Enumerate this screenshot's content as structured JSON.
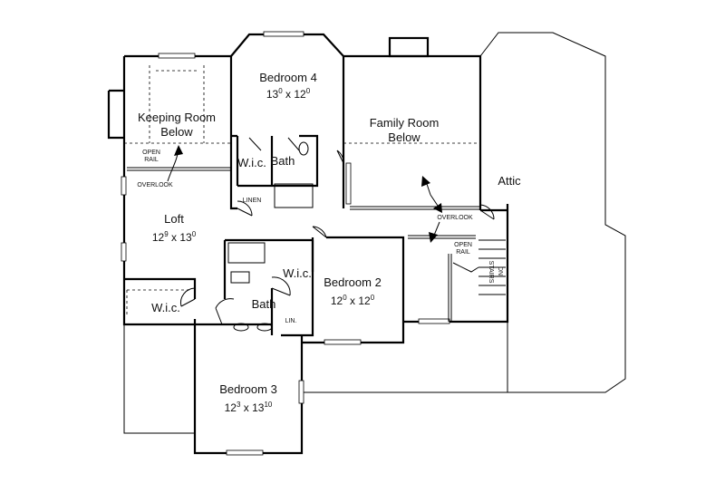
{
  "rooms": {
    "keeping_room": {
      "name": "Keeping Room",
      "sub": "Below"
    },
    "bedroom4": {
      "name": "Bedroom 4",
      "w": "13",
      "wi": "0",
      "d": "12",
      "di": "0"
    },
    "family_room": {
      "name": "Family Room",
      "sub": "Below"
    },
    "attic": {
      "name": "Attic"
    },
    "loft": {
      "name": "Loft",
      "w": "12",
      "wi": "9",
      "d": "13",
      "di": "0"
    },
    "bedroom2": {
      "name": "Bedroom 2",
      "w": "12",
      "wi": "0",
      "d": "12",
      "di": "0"
    },
    "bedroom3": {
      "name": "Bedroom 3",
      "w": "12",
      "wi": "3",
      "d": "13",
      "di": "10"
    },
    "wic_bed4": {
      "name": "W.i.c."
    },
    "bath_bed4": {
      "name": "Bath"
    },
    "wic_bed2": {
      "name": "W.i.c."
    },
    "bath_center": {
      "name": "Bath"
    },
    "wic_left": {
      "name": "W.i.c."
    }
  },
  "labels": {
    "open_rail_1": "OPEN",
    "open_rail_2": "RAIL",
    "overlook_left": "OVERLOOK",
    "overlook_right": "OVERLOOK",
    "open_rail_r1": "OPEN",
    "open_rail_r2": "RAIL",
    "linen": "LINEN",
    "lin": "LIN.",
    "stairs": "STAIRS",
    "dn": "DN."
  }
}
